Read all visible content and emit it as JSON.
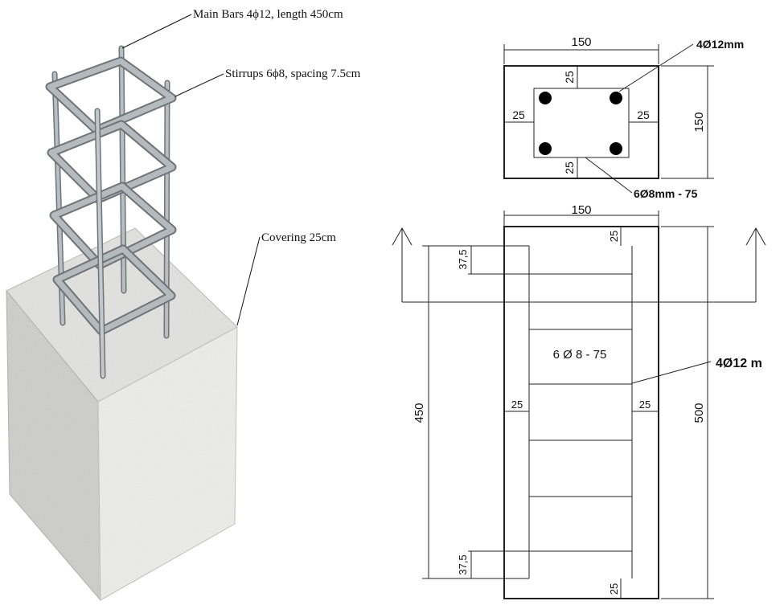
{
  "illustration": {
    "callouts": {
      "main_bars": "Main Bars 4ϕ12, length 450cm",
      "stirrups": "Stirrups 6ϕ8, spacing 7.5cm",
      "covering": "Covering 25cm"
    }
  },
  "cross_section": {
    "width_label": "150",
    "height_label": "150",
    "cover_top": "25",
    "cover_bottom": "25",
    "cover_left": "25",
    "cover_right": "25",
    "main_bars_label": "4Ø12mm",
    "stirrups_label": "6Ø8mm - 75"
  },
  "elevation": {
    "width_label": "150",
    "total_height_label": "500",
    "bar_length_label": "450",
    "top_end_spacing": "37,5",
    "bottom_end_spacing": "37,5",
    "cover_top": "25",
    "cover_bottom": "25",
    "cover_left": "25",
    "cover_right": "25",
    "stirrup_label": "6 Ø 8 - 75",
    "main_bars_label": "4Ø12 m"
  },
  "colors": {
    "concrete_top": "#e2e2e0",
    "concrete_left": "#cfcfcd",
    "concrete_right": "#ececea",
    "steel": "#aab0b3",
    "steel_dark": "#6e7478",
    "line": "#222222"
  }
}
